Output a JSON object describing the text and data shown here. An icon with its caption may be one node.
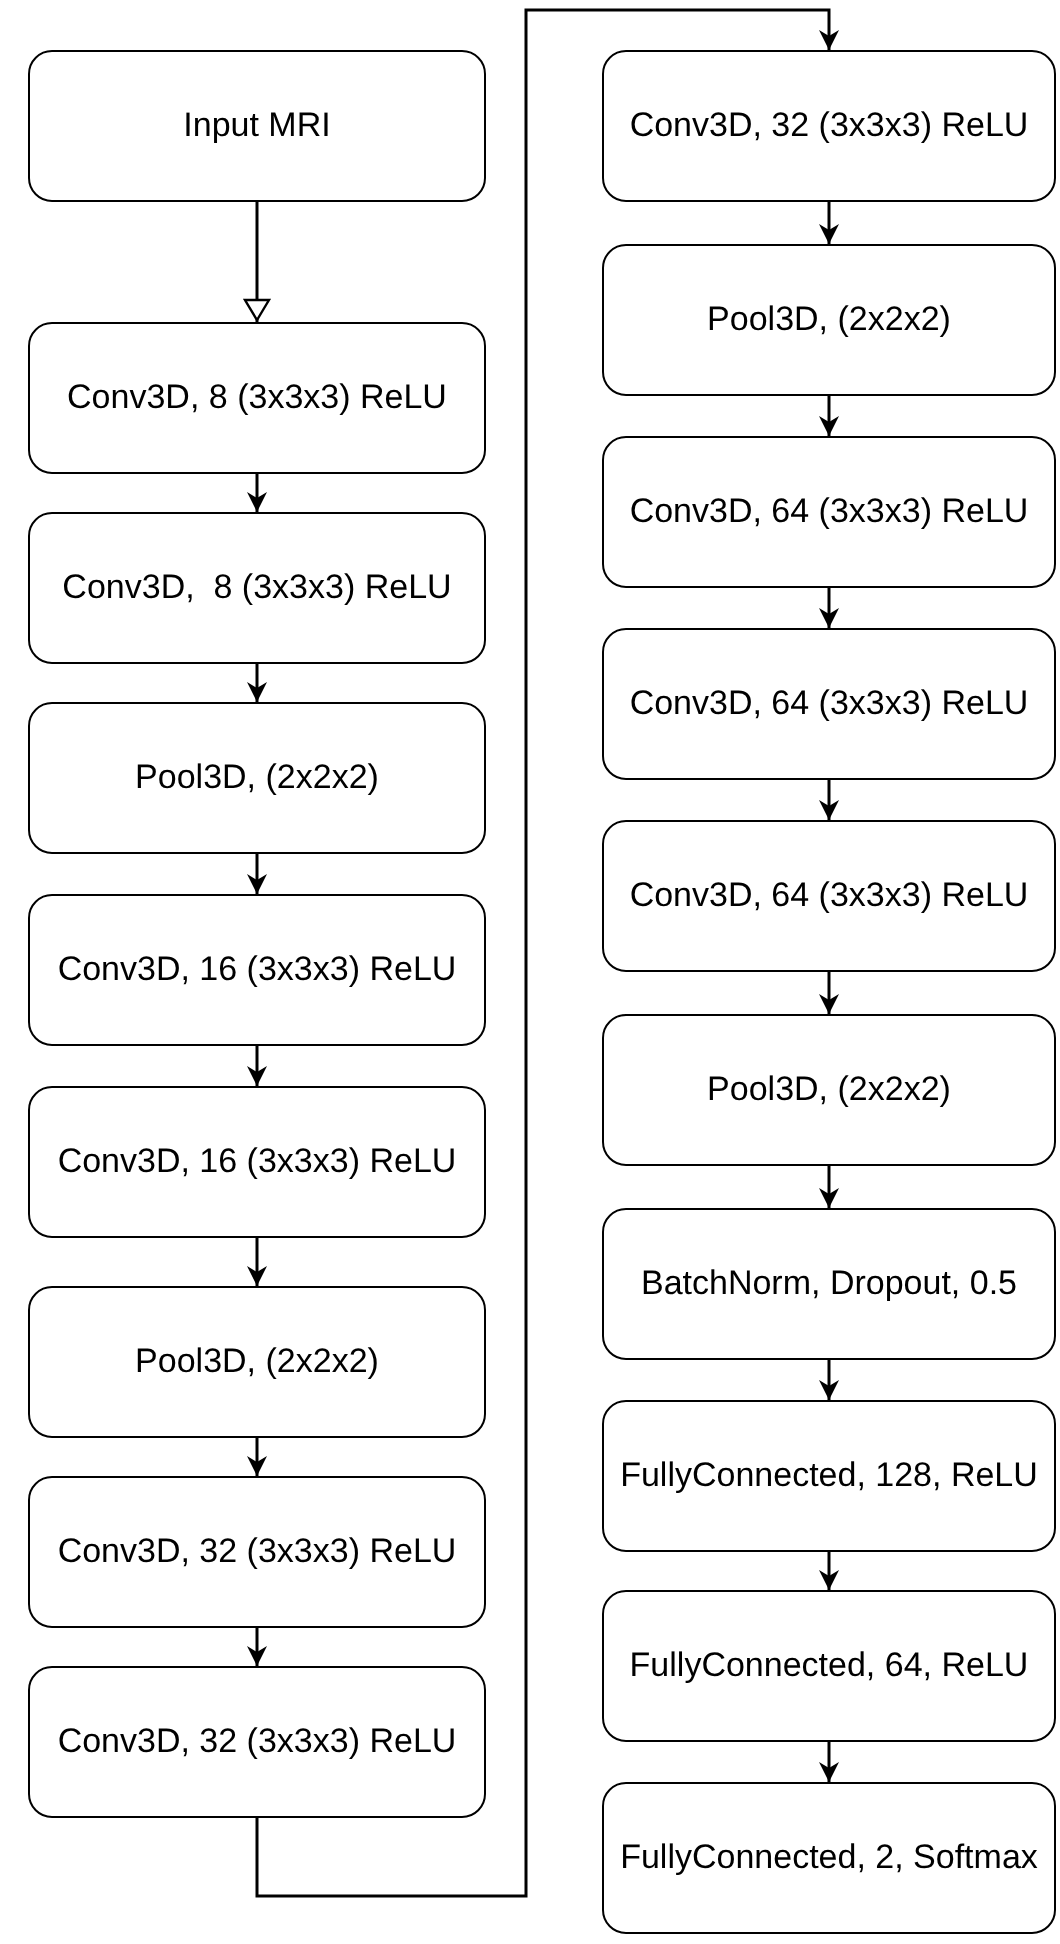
{
  "diagram": {
    "nodes": [
      {
        "text": [
          "Input MRI"
        ]
      },
      {
        "text": [
          "Conv3D, 8 (3x3x3) ReLU"
        ]
      },
      {
        "text": [
          "Conv3D,  8 (3x3x3) ReLU"
        ]
      },
      {
        "text": [
          "Pool3D, (2x2x2)"
        ]
      },
      {
        "text": [
          "Conv3D, 16 (3x3x3) ReLU"
        ]
      },
      {
        "text": [
          "Conv3D, 16 (3x3x3) ReLU"
        ]
      },
      {
        "text": [
          "Pool3D, (2x2x2)"
        ]
      },
      {
        "text": [
          "Conv3D, 32 (3x3x3) ReLU"
        ]
      },
      {
        "text": [
          "Conv3D, 32 (3x3x3) ReLU"
        ]
      },
      {
        "text": [
          "Conv3D, 32 (3x3x3) ReLU"
        ]
      },
      {
        "text": [
          "Pool3D, (2x2x2)"
        ]
      },
      {
        "text": [
          "Conv3D, 64 (3x3x3) ReLU"
        ]
      },
      {
        "text": [
          "Conv3D, 64 (3x3x3) ReLU"
        ]
      },
      {
        "text": [
          "Conv3D, 64 (3x3x3) ReLU"
        ]
      },
      {
        "text": [
          "Pool3D, (2x2x2)"
        ]
      },
      {
        "text": [
          "BatchNorm, Dropout, 0.5"
        ]
      },
      {
        "text": [
          "FullyConnected, 128, ReLU"
        ]
      },
      {
        "text": [
          "FullyConnected, 64, ReLU"
        ]
      },
      {
        "text": [
          "FullyConnected, 2, Softmax"
        ]
      }
    ],
    "edges": [
      {
        "from": 0,
        "to": 1,
        "arrow": "to"
      },
      {
        "from": 1,
        "to": 2,
        "arrow": "to"
      },
      {
        "from": 2,
        "to": 3,
        "arrow": "to"
      },
      {
        "from": 3,
        "to": 4,
        "arrow": "to"
      },
      {
        "from": 4,
        "to": 5,
        "arrow": "to"
      },
      {
        "from": 5,
        "to": 6,
        "arrow": "to"
      },
      {
        "from": 6,
        "to": 7,
        "arrow": "to"
      },
      {
        "from": 7,
        "to": 8,
        "arrow": "to"
      },
      {
        "from": 8,
        "to": 9,
        "arrow": "to"
      },
      {
        "from": 9,
        "to": 10,
        "arrow": "to"
      },
      {
        "from": 10,
        "to": 11,
        "arrow": "to"
      },
      {
        "from": 11,
        "to": 12,
        "arrow": "to"
      },
      {
        "from": 12,
        "to": 13,
        "arrow": "to"
      },
      {
        "from": 13,
        "to": 14,
        "arrow": "to"
      },
      {
        "from": 14,
        "to": 15,
        "arrow": "to"
      },
      {
        "from": 15,
        "to": 16,
        "arrow": "to"
      },
      {
        "from": 16,
        "to": 17,
        "arrow": "to"
      },
      {
        "from": 17,
        "to": 18,
        "arrow": "to"
      }
    ]
  }
}
